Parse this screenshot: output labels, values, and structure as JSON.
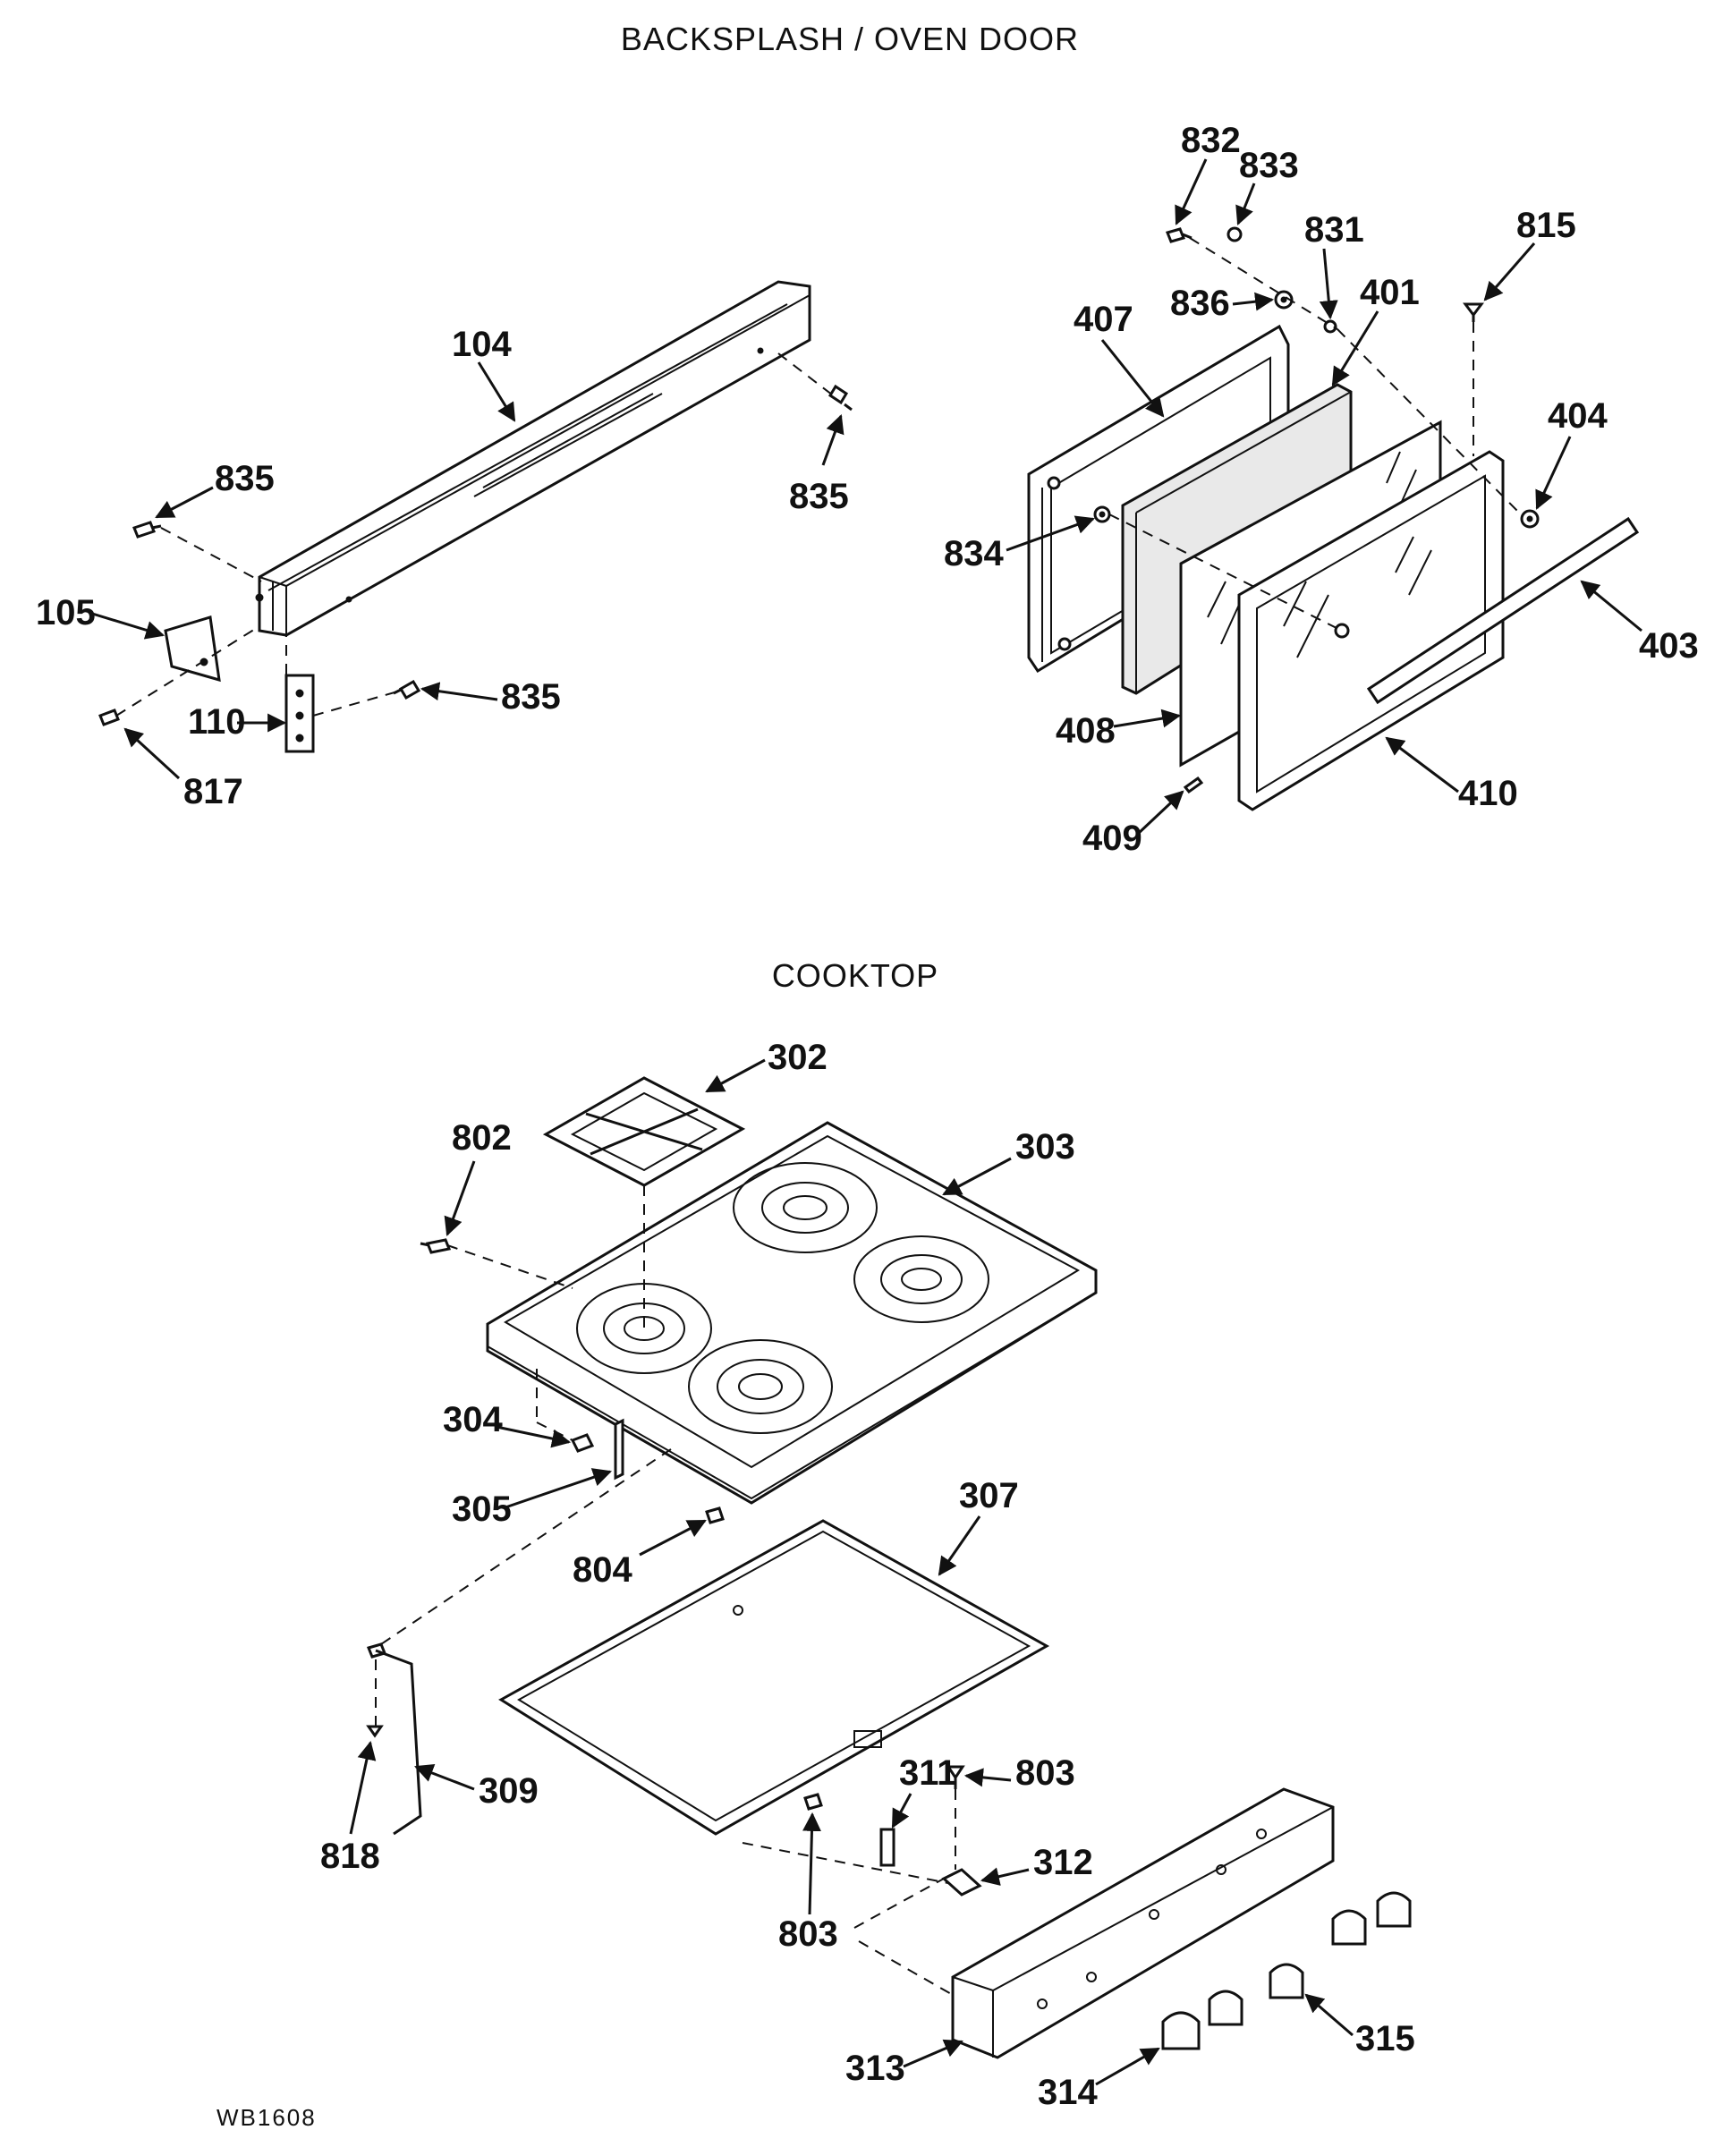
{
  "sections": {
    "backsplash_title": "BACKSPLASH / OVEN DOOR",
    "cooktop_title": "COOKTOP"
  },
  "drawing_code": "WB1608",
  "callouts": {
    "c104": "104",
    "c835a": "835",
    "c835b": "835",
    "c835c": "835",
    "c105": "105",
    "c110": "110",
    "c817": "817",
    "c832": "832",
    "c833": "833",
    "c831": "831",
    "c815": "815",
    "c836": "836",
    "c401": "401",
    "c407": "407",
    "c404": "404",
    "c834": "834",
    "c403": "403",
    "c408": "408",
    "c410": "410",
    "c409": "409",
    "c302": "302",
    "c802": "802",
    "c303": "303",
    "c304": "304",
    "c305": "305",
    "c307": "307",
    "c804": "804",
    "c309": "309",
    "c818": "818",
    "c311": "311",
    "c803a": "803",
    "c803b": "803",
    "c312": "312",
    "c313": "313",
    "c314": "314",
    "c315": "315"
  }
}
